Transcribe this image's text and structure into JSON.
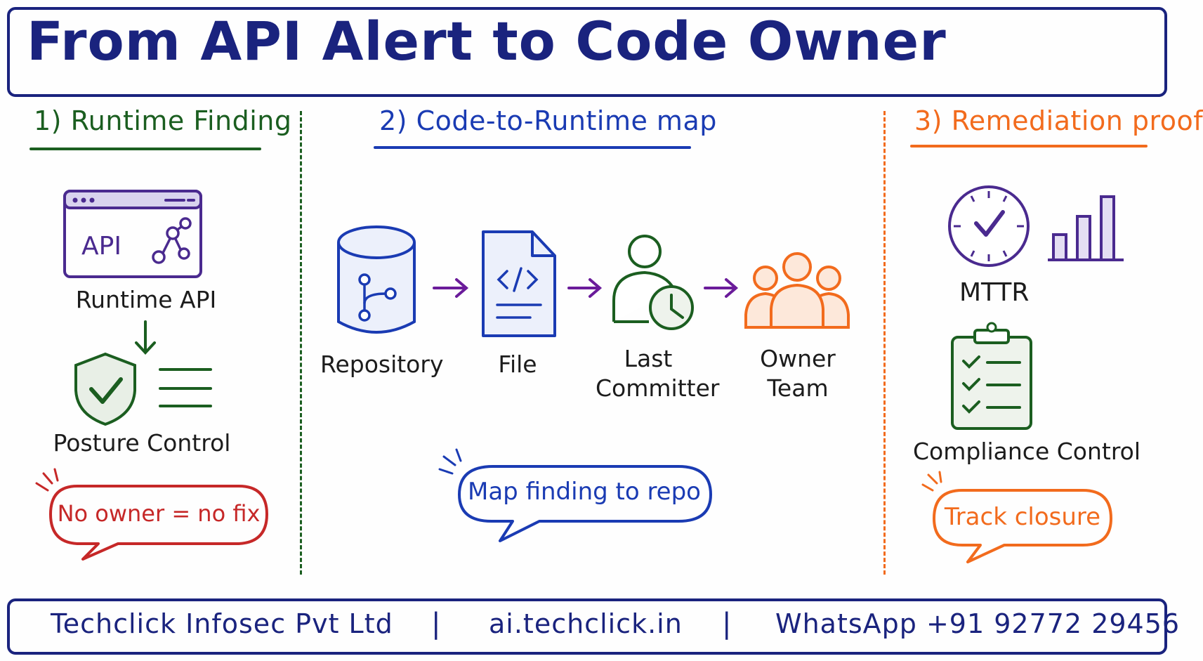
{
  "title": "From API Alert to Code Owner",
  "sections": {
    "runtime": {
      "heading": "1) Runtime Finding",
      "color": "#1b5e20",
      "window_text": "API",
      "runtime_api_label": "Runtime API",
      "posture_label": "Posture Control",
      "bubble": "No owner = no fix",
      "bubble_color": "#c62828"
    },
    "map": {
      "heading": "2) Code-to-Runtime map",
      "color": "#1a3bb3",
      "steps": [
        "Repository",
        "File",
        "Last",
        "Committer",
        "Owner",
        "Team"
      ],
      "bubble": "Map finding to repo"
    },
    "proof": {
      "heading": "3) Remediation proof",
      "color": "#f26b1d",
      "mttr_label": "MTTR",
      "compliance_label": "Compliance Control",
      "bubble": "Track closure"
    }
  },
  "footer": {
    "company": "Techclick Infosec Pvt Ltd",
    "sep": "|",
    "website": "ai.techclick.in",
    "whatsapp": "WhatsApp +91 92772 29456"
  },
  "colors": {
    "navy": "#1a237e",
    "green": "#1b5e20",
    "blue": "#1a3bb3",
    "purple": "#4a2a8f",
    "orange": "#f26b1d",
    "red": "#c62828"
  }
}
